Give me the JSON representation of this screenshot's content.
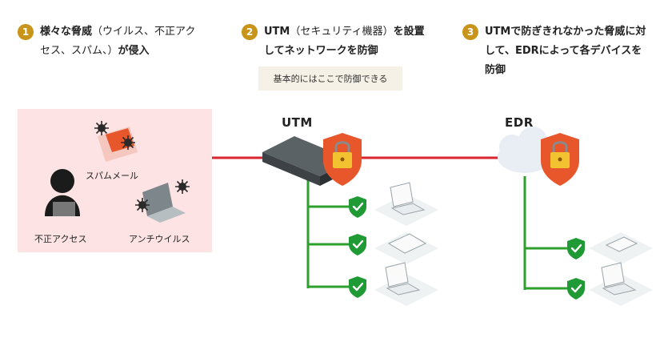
{
  "steps": [
    {
      "num": "1",
      "bold1": "様々な脅威",
      "light": "（ウイルス、不正アク",
      "light2": "セス、スパム、）",
      "bold2": "が侵入"
    },
    {
      "num": "2",
      "bold1": "UTM",
      "light": "（セキュリティ機器）",
      "bold2": "を設置",
      "line2": "してネットワークを防御"
    },
    {
      "num": "3",
      "line1": "UTMで防ぎきれなかった脅威に対",
      "line2": "して、EDRによって各デバイスを",
      "line3": "防御"
    }
  ],
  "note": "基本的にはここで防御できる",
  "threats": {
    "spam": "スパムメール",
    "intrusion": "不正アクセス",
    "antivirus": "アンチウイルス"
  },
  "nodes": {
    "utm": "UTM",
    "edr": "EDR"
  },
  "colors": {
    "accent": "#c9941a",
    "line_red": "#d9262e",
    "line_green": "#2ea02e",
    "zone": "#fde3e3"
  }
}
